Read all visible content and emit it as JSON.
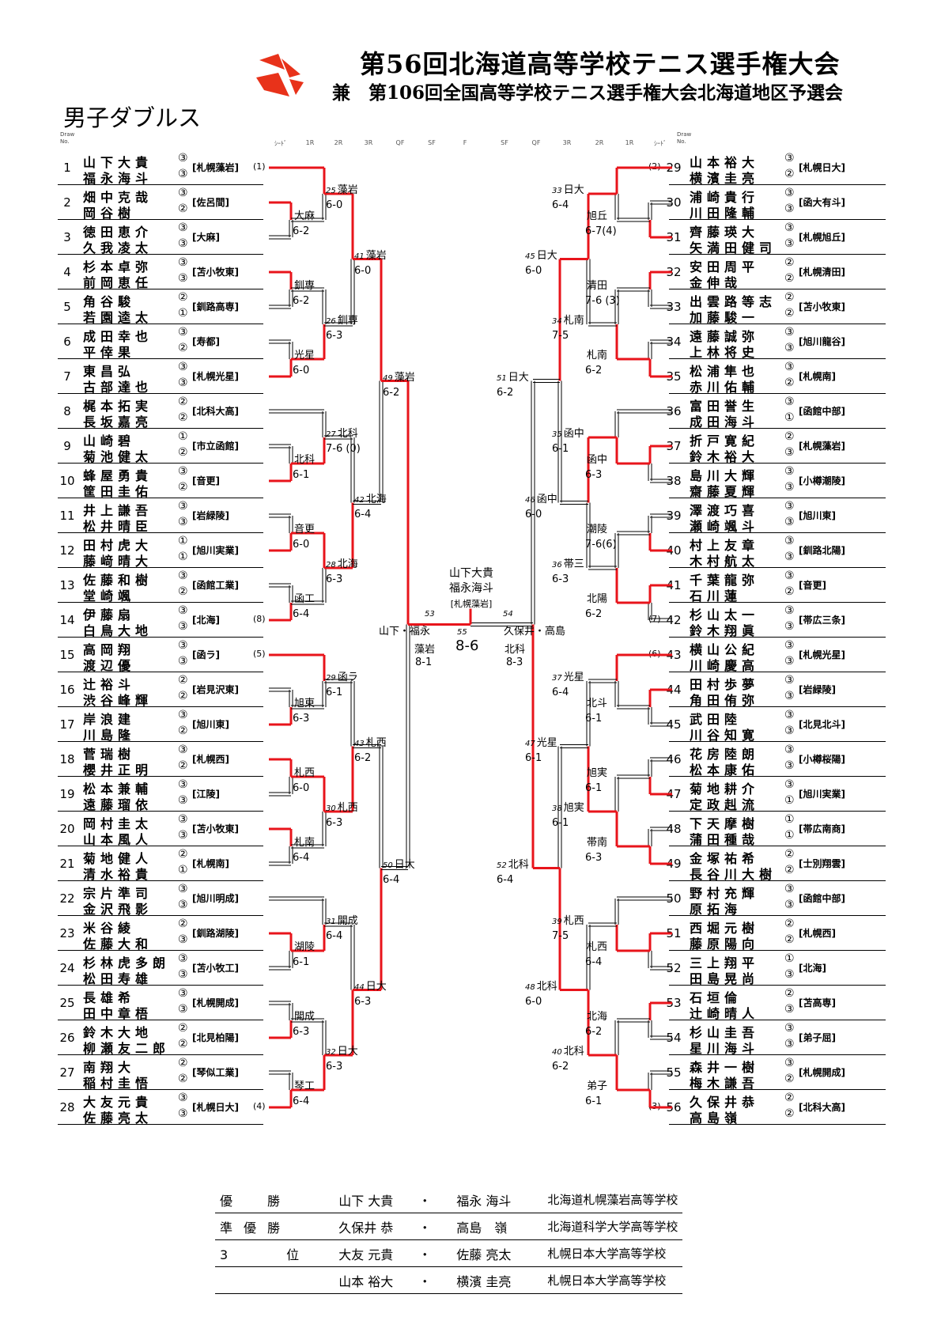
{
  "header": {
    "title": "第56回北海道高等学校テニス選手権大会",
    "subtitle": "兼　第106回全国高等学校テニス選手権大会北海道地区予選会",
    "section": "男子ダブルス"
  },
  "bracket_labels": {
    "draw": "Draw",
    "no": "No.",
    "seed": "ｼｰﾄﾞ",
    "left_rounds": [
      "1R",
      "2R",
      "3R",
      "QF",
      "SF",
      "F"
    ],
    "right_rounds": [
      "SF",
      "QF",
      "3R",
      "2R",
      "1R",
      "ｼｰﾄﾞ"
    ]
  },
  "left_entries": [
    {
      "no": "1",
      "p1": "山下大貴",
      "g1": "③",
      "p2": "福永海斗",
      "g2": "③",
      "school": "[札幌藻岩]",
      "seed": "(1)"
    },
    {
      "no": "2",
      "p1": "畑中克哉",
      "g1": "③",
      "p2": "岡谷樹",
      "g2": "②",
      "school": "[佐呂間]",
      "seed": ""
    },
    {
      "no": "3",
      "p1": "徳田恵介",
      "g1": "③",
      "p2": "久我凌太",
      "g2": "③",
      "school": "[大麻]",
      "seed": ""
    },
    {
      "no": "4",
      "p1": "杉本卓弥",
      "g1": "③",
      "p2": "前岡恵任",
      "g2": "③",
      "school": "[苫小牧東]",
      "seed": ""
    },
    {
      "no": "5",
      "p1": "角谷駿",
      "g1": "②",
      "p2": "若園逵太",
      "g2": "①",
      "school": "[釧路高専]",
      "seed": ""
    },
    {
      "no": "6",
      "p1": "成田幸也",
      "g1": "③",
      "p2": "平倖果",
      "g2": "②",
      "school": "[寿都]",
      "seed": ""
    },
    {
      "no": "7",
      "p1": "東昌弘",
      "g1": "③",
      "p2": "古部達也",
      "g2": "③",
      "school": "[札幌光星]",
      "seed": ""
    },
    {
      "no": "8",
      "p1": "梶本拓実",
      "g1": "②",
      "p2": "長坂嘉亮",
      "g2": "②",
      "school": "[北科大高]",
      "seed": ""
    },
    {
      "no": "9",
      "p1": "山崎碧",
      "g1": "①",
      "p2": "菊池健太",
      "g2": "②",
      "school": "[市立函館]",
      "seed": ""
    },
    {
      "no": "10",
      "p1": "蜂屋勇貴",
      "g1": "③",
      "p2": "筐田圭佑",
      "g2": "②",
      "school": "[音更]",
      "seed": ""
    },
    {
      "no": "11",
      "p1": "井上謙吾",
      "g1": "③",
      "p2": "松井晴臣",
      "g2": "③",
      "school": "[岩緑陵]",
      "seed": ""
    },
    {
      "no": "12",
      "p1": "田村虎大",
      "g1": "①",
      "p2": "藤﨑晴大",
      "g2": "①",
      "school": "[旭川実業]",
      "seed": ""
    },
    {
      "no": "13",
      "p1": "佐藤和樹",
      "g1": "③",
      "p2": "堂崎颯",
      "g2": "②",
      "school": "[函館工業]",
      "seed": ""
    },
    {
      "no": "14",
      "p1": "伊藤扇",
      "g1": "③",
      "p2": "白鳥大地",
      "g2": "③",
      "school": "[北海]",
      "seed": "(8)"
    },
    {
      "no": "15",
      "p1": "高岡翔",
      "g1": "③",
      "p2": "渡辺優",
      "g2": "③",
      "school": "[函ラ]",
      "seed": "(5)"
    },
    {
      "no": "16",
      "p1": "辻裕斗",
      "g1": "②",
      "p2": "渋谷峰輝",
      "g2": "②",
      "school": "[岩見沢東]",
      "seed": ""
    },
    {
      "no": "17",
      "p1": "岸浪建",
      "g1": "③",
      "p2": "川島隆",
      "g2": "②",
      "school": "[旭川東]",
      "seed": ""
    },
    {
      "no": "18",
      "p1": "菅瑞樹",
      "g1": "③",
      "p2": "櫻井正明",
      "g2": "②",
      "school": "[札幌西]",
      "seed": ""
    },
    {
      "no": "19",
      "p1": "松本兼輔",
      "g1": "③",
      "p2": "遠藤瑠依",
      "g2": "③",
      "school": "[江陵]",
      "seed": ""
    },
    {
      "no": "20",
      "p1": "岡村圭太",
      "g1": "③",
      "p2": "山本風人",
      "g2": "③",
      "school": "[苫小牧東]",
      "seed": ""
    },
    {
      "no": "21",
      "p1": "菊地健人",
      "g1": "②",
      "p2": "清水裕貴",
      "g2": "①",
      "school": "[札幌南]",
      "seed": ""
    },
    {
      "no": "22",
      "p1": "宗片準司",
      "g1": "③",
      "p2": "金沢飛影",
      "g2": "③",
      "school": "[旭川明成]",
      "seed": ""
    },
    {
      "no": "23",
      "p1": "米谷綾",
      "g1": "②",
      "p2": "佐藤大和",
      "g2": "③",
      "school": "[釧路湖陵]",
      "seed": ""
    },
    {
      "no": "24",
      "p1": "杉林虎多朗",
      "g1": "③",
      "p2": "松田寿雄",
      "g2": "③",
      "school": "[苫小牧工]",
      "seed": ""
    },
    {
      "no": "25",
      "p1": "長雄希",
      "g1": "③",
      "p2": "田中章梧",
      "g2": "③",
      "school": "[札幌開成]",
      "seed": ""
    },
    {
      "no": "26",
      "p1": "鈴木大地",
      "g1": "②",
      "p2": "柳瀬友二郎",
      "g2": "②",
      "school": "[北見柏陽]",
      "seed": ""
    },
    {
      "no": "27",
      "p1": "南翔大",
      "g1": "②",
      "p2": "稲村圭悟",
      "g2": "②",
      "school": "[琴似工業]",
      "seed": ""
    },
    {
      "no": "28",
      "p1": "大友元貴",
      "g1": "③",
      "p2": "佐藤亮太",
      "g2": "③",
      "school": "[札幌日大]",
      "seed": "(4)"
    }
  ],
  "right_entries": [
    {
      "no": "29",
      "p1": "山本裕大",
      "g1": "③",
      "p2": "横濱圭亮",
      "g2": "②",
      "school": "[札幌日大]",
      "seed": "(2)"
    },
    {
      "no": "30",
      "p1": "浦崎貴行",
      "g1": "③",
      "p2": "川田隆輔",
      "g2": "③",
      "school": "[函大有斗]",
      "seed": ""
    },
    {
      "no": "31",
      "p1": "齊藤瑛大",
      "g1": "③",
      "p2": "矢満田健司",
      "g2": "③",
      "school": "[札幌旭丘]",
      "seed": ""
    },
    {
      "no": "32",
      "p1": "安田周平",
      "g1": "②",
      "p2": "金伸哉",
      "g2": "②",
      "school": "[札幌清田]",
      "seed": ""
    },
    {
      "no": "33",
      "p1": "出雲路等志",
      "g1": "②",
      "p2": "加藤駿一",
      "g2": "②",
      "school": "[苫小牧東]",
      "seed": ""
    },
    {
      "no": "34",
      "p1": "遠藤誠弥",
      "g1": "③",
      "p2": "上林将史",
      "g2": "③",
      "school": "[旭川龍谷]",
      "seed": ""
    },
    {
      "no": "35",
      "p1": "松浦隼也",
      "g1": "③",
      "p2": "赤川佑輔",
      "g2": "②",
      "school": "[札幌南]",
      "seed": ""
    },
    {
      "no": "36",
      "p1": "富田誉生",
      "g1": "③",
      "p2": "成田海斗",
      "g2": "①",
      "school": "[函館中部]",
      "seed": ""
    },
    {
      "no": "37",
      "p1": "折戸寛紀",
      "g1": "②",
      "p2": "鈴木裕大",
      "g2": "③",
      "school": "[札幌藻岩]",
      "seed": ""
    },
    {
      "no": "38",
      "p1": "島川大輝",
      "g1": "③",
      "p2": "齋藤夏輝",
      "g2": "③",
      "school": "[小樽潮陵]",
      "seed": ""
    },
    {
      "no": "39",
      "p1": "澤渡巧喜",
      "g1": "③",
      "p2": "瀬崎颯斗",
      "g2": "③",
      "school": "[旭川東]",
      "seed": ""
    },
    {
      "no": "40",
      "p1": "村上友章",
      "g1": "③",
      "p2": "木村航太",
      "g2": "③",
      "school": "[釧路北陽]",
      "seed": ""
    },
    {
      "no": "41",
      "p1": "千葉龍弥",
      "g1": "③",
      "p2": "石川蓮",
      "g2": "②",
      "school": "[音更]",
      "seed": ""
    },
    {
      "no": "42",
      "p1": "杉山太一",
      "g1": "③",
      "p2": "鈴木翔眞",
      "g2": "③",
      "school": "[帯広三条]",
      "seed": "(7)"
    },
    {
      "no": "43",
      "p1": "横山公紀",
      "g1": "③",
      "p2": "川崎慶高",
      "g2": "③",
      "school": "[札幌光星]",
      "seed": "(6)"
    },
    {
      "no": "44",
      "p1": "田村歩夢",
      "g1": "③",
      "p2": "角田侑弥",
      "g2": "③",
      "school": "[岩緑陵]",
      "seed": ""
    },
    {
      "no": "45",
      "p1": "武田陸",
      "g1": "③",
      "p2": "川谷知寛",
      "g2": "③",
      "school": "[北見北斗]",
      "seed": ""
    },
    {
      "no": "46",
      "p1": "花房陸朗",
      "g1": "③",
      "p2": "松本康佑",
      "g2": "③",
      "school": "[小樽桜陽]",
      "seed": ""
    },
    {
      "no": "47",
      "p1": "菊地耕介",
      "g1": "③",
      "p2": "定政赳流",
      "g2": "①",
      "school": "[旭川実業]",
      "seed": ""
    },
    {
      "no": "48",
      "p1": "下天摩樹",
      "g1": "①",
      "p2": "蒲田種哉",
      "g2": "①",
      "school": "[帯広南商]",
      "seed": ""
    },
    {
      "no": "49",
      "p1": "金塚祐希",
      "g1": "②",
      "p2": "長谷川大樹",
      "g2": "②",
      "school": "[士別翔雲]",
      "seed": ""
    },
    {
      "no": "50",
      "p1": "野村充輝",
      "g1": "③",
      "p2": "原拓海",
      "g2": "③",
      "school": "[函館中部]",
      "seed": ""
    },
    {
      "no": "51",
      "p1": "西堀元樹",
      "g1": "②",
      "p2": "藤原陽向",
      "g2": "②",
      "school": "[札幌西]",
      "seed": ""
    },
    {
      "no": "52",
      "p1": "三上翔平",
      "g1": "①",
      "p2": "田島晃尚",
      "g2": "③",
      "school": "[北海]",
      "seed": ""
    },
    {
      "no": "53",
      "p1": "石垣倫",
      "g1": "②",
      "p2": "辻崎晴人",
      "g2": "③",
      "school": "[苫高専]",
      "seed": ""
    },
    {
      "no": "54",
      "p1": "杉山圭吾",
      "g1": "③",
      "p2": "星川海斗",
      "g2": "③",
      "school": "[弟子屈]",
      "seed": ""
    },
    {
      "no": "55",
      "p1": "森井一樹",
      "g1": "③",
      "p2": "梅木謙吾",
      "g2": "②",
      "school": "[札幌開成]",
      "seed": ""
    },
    {
      "no": "56",
      "p1": "久保井恭",
      "g1": "②",
      "p2": "高島嶺",
      "g2": "②",
      "school": "[北科大高]",
      "seed": "(3)"
    }
  ],
  "left_results": [
    {
      "num": "",
      "win": "大麻",
      "score": "6-2"
    },
    {
      "num": "",
      "win": "釧専",
      "score": "6-2"
    },
    {
      "num": "",
      "win": "光星",
      "score": "6-0"
    },
    {
      "num": "",
      "win": "北科",
      "score": "6-1"
    },
    {
      "num": "",
      "win": "音更",
      "score": "6-0"
    },
    {
      "num": "",
      "win": "函工",
      "score": "6-4"
    },
    {
      "num": "",
      "win": "旭東",
      "score": "6-3"
    },
    {
      "num": "",
      "win": "札西",
      "score": "6-0"
    },
    {
      "num": "",
      "win": "札南",
      "score": "6-4"
    },
    {
      "num": "",
      "win": "湖陵",
      "score": "6-1"
    },
    {
      "num": "",
      "win": "開成",
      "score": "6-3"
    },
    {
      "num": "",
      "win": "琴工",
      "score": "6-4"
    },
    {
      "num": "25",
      "win": "藻岩",
      "score": "6-0"
    },
    {
      "num": "26",
      "win": "釧専",
      "score": "6-3"
    },
    {
      "num": "27",
      "win": "北科",
      "score": "7-6 (0)"
    },
    {
      "num": "28",
      "win": "北海",
      "score": "6-3"
    },
    {
      "num": "29",
      "win": "函ラ",
      "score": "6-1"
    },
    {
      "num": "30",
      "win": "札西",
      "score": "6-3"
    },
    {
      "num": "31",
      "win": "開成",
      "score": "6-4"
    },
    {
      "num": "32",
      "win": "日大",
      "score": "6-3"
    },
    {
      "num": "41",
      "win": "藻岩",
      "score": "6-0"
    },
    {
      "num": "42",
      "win": "北海",
      "score": "6-4"
    },
    {
      "num": "43",
      "win": "札西",
      "score": "6-2"
    },
    {
      "num": "44",
      "win": "日大",
      "score": "6-3"
    },
    {
      "num": "49",
      "win": "藻岩",
      "score": "6-2"
    },
    {
      "num": "50",
      "win": "日大",
      "score": "6-4"
    }
  ],
  "right_results": [
    {
      "num": "",
      "win": "旭丘",
      "score": "6-7(4)"
    },
    {
      "num": "",
      "win": "清田",
      "score": "7-6 (3)"
    },
    {
      "num": "",
      "win": "札南",
      "score": "6-2"
    },
    {
      "num": "",
      "win": "函中",
      "score": "6-3"
    },
    {
      "num": "",
      "win": "潮陵",
      "score": "7-6(6)"
    },
    {
      "num": "",
      "win": "北陽",
      "score": "6-2"
    },
    {
      "num": "",
      "win": "北斗",
      "score": "6-1"
    },
    {
      "num": "",
      "win": "旭実",
      "score": "6-1"
    },
    {
      "num": "",
      "win": "帯南",
      "score": "6-3"
    },
    {
      "num": "",
      "win": "札西",
      "score": "6-4"
    },
    {
      "num": "",
      "win": "北海",
      "score": "6-2"
    },
    {
      "num": "",
      "win": "弟子",
      "score": "6-1"
    },
    {
      "num": "33",
      "win": "日大",
      "score": "6-4"
    },
    {
      "num": "34",
      "win": "札南",
      "score": "7-5"
    },
    {
      "num": "35",
      "win": "函中",
      "score": "6-1"
    },
    {
      "num": "36",
      "win": "帯三",
      "score": "6-3"
    },
    {
      "num": "37",
      "win": "光星",
      "score": "6-4"
    },
    {
      "num": "38",
      "win": "旭実",
      "score": "6-1"
    },
    {
      "num": "39",
      "win": "札西",
      "score": "7-5"
    },
    {
      "num": "40",
      "win": "北科",
      "score": "6-2"
    },
    {
      "num": "45",
      "win": "日大",
      "score": "6-0"
    },
    {
      "num": "46",
      "win": "函中",
      "score": "6-0"
    },
    {
      "num": "47",
      "win": "光星",
      "score": "6-1"
    },
    {
      "num": "48",
      "win": "北科",
      "score": "6-0"
    },
    {
      "num": "51",
      "win": "日大",
      "score": "6-2"
    },
    {
      "num": "52",
      "win": "北科",
      "score": "6-4"
    }
  ],
  "semifinal": {
    "left_num": "53",
    "left_winner": "山下・福永",
    "left_school": "藻岩",
    "left_score": "8-1",
    "right_num": "54",
    "right_winner": "久保井・高島",
    "right_school": "北科",
    "right_score": "8-3"
  },
  "final": {
    "num": "55",
    "champ_p1": "山下大貴",
    "champ_p2": "福永海斗",
    "champ_school": "[札幌藻岩]",
    "score": "8-6"
  },
  "podium": [
    {
      "rank": "優　勝",
      "p1": "山下 大貴",
      "p2": "福永 海斗",
      "school": "北海道札幌藻岩高等学校"
    },
    {
      "rank": "準優勝",
      "p1": "久保井 恭",
      "p2": "高島　嶺",
      "school": "北海道科学大学高等学校"
    },
    {
      "rank": "3　　位",
      "p1": "大友 元貴",
      "p2": "佐藤 亮太",
      "school": "札幌日本大学高等学校"
    },
    {
      "rank": "",
      "p1": "山本 裕大",
      "p2": "横濱 圭亮",
      "school": "札幌日本大学高等学校"
    }
  ],
  "colors": {
    "win_line": "#e8141b",
    "line": "#000000",
    "logo": "#e8321a"
  }
}
